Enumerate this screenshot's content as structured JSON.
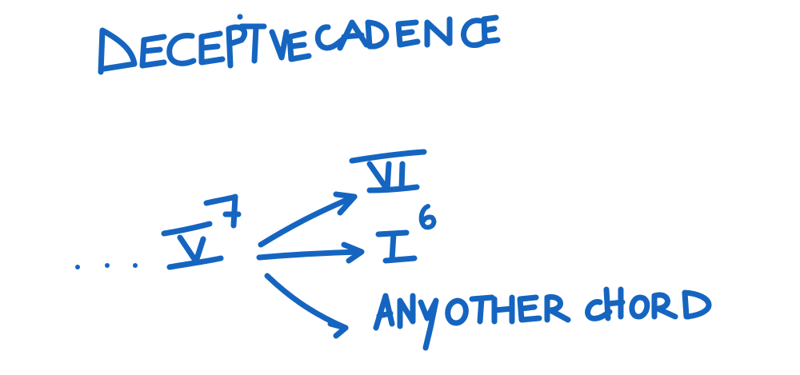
{
  "title": "DECEPTIVE CADENCE",
  "ink_color": "#1565c0",
  "background": "#ffffff",
  "diagram": {
    "source": {
      "leading_dots": ". . .",
      "chord": "V",
      "superscript": "7",
      "label": "V7"
    },
    "targets": [
      {
        "chord": "VI",
        "superscript": "",
        "label": "VI"
      },
      {
        "chord": "I",
        "superscript": "6",
        "label": "I6"
      },
      {
        "chord": "ANY OTHER CHORD",
        "superscript": "",
        "label": "ANY OTHER CHORD"
      }
    ]
  }
}
